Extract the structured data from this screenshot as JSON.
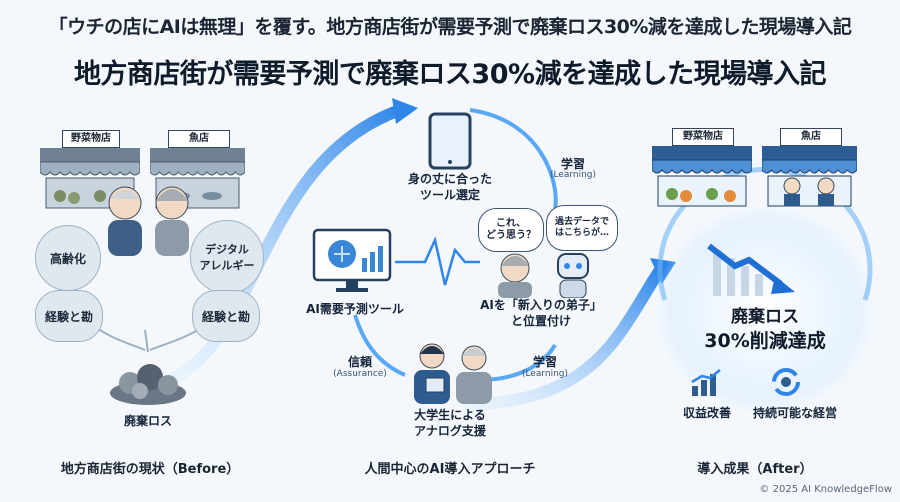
{
  "header": {
    "subtitle": "「ウチの店にAIは無理」を覆す。地方商店街が需要予測で廃棄ロス30%減を達成した現場導入記",
    "title": "地方商店街が需要予測で廃棄ロス30%減を達成した現場導入記"
  },
  "before": {
    "shop1_sign": "野菜物店",
    "shop2_sign": "魚店",
    "aging": "高齢化",
    "digital": "デジタル\nアレルギー",
    "experience_left": "経験と勘",
    "experience_right": "経験と勘",
    "waste": "廃棄ロス",
    "caption": "地方商店街の現状（Before）"
  },
  "approach": {
    "tool_fit": "身の丈に合った\nツール選定",
    "learning_top": "学習",
    "learning_top_en": "(Learning)",
    "ai_tool": "AI需要予測ツール",
    "bubble_owner": "これ、\nどう思う？",
    "bubble_robot": "過去データで\nはこちらが…",
    "apprentice": "AIを「新入りの弟子」\nと位置付け",
    "trust": "信頼",
    "trust_en": "(Assurance)",
    "learning_bottom": "学習",
    "learning_bottom_en": "(Learning)",
    "support": "大学生による\nアナログ支援",
    "caption": "人間中心のAI導入アプローチ"
  },
  "after": {
    "shop1_sign": "野菜物店",
    "shop2_sign": "魚店",
    "result_line1": "廃棄ロス",
    "result_line2": "30%削減達成",
    "profit": "収益改善",
    "sustainable": "持続可能な経営",
    "caption": "導入成果（After）"
  },
  "footer": {
    "copyright": "© 2025 AI KnowledgeFlow"
  },
  "colors": {
    "accent": "#1f6fd6",
    "flow": "#5aa8f5",
    "dark": "#0f1a2a"
  }
}
